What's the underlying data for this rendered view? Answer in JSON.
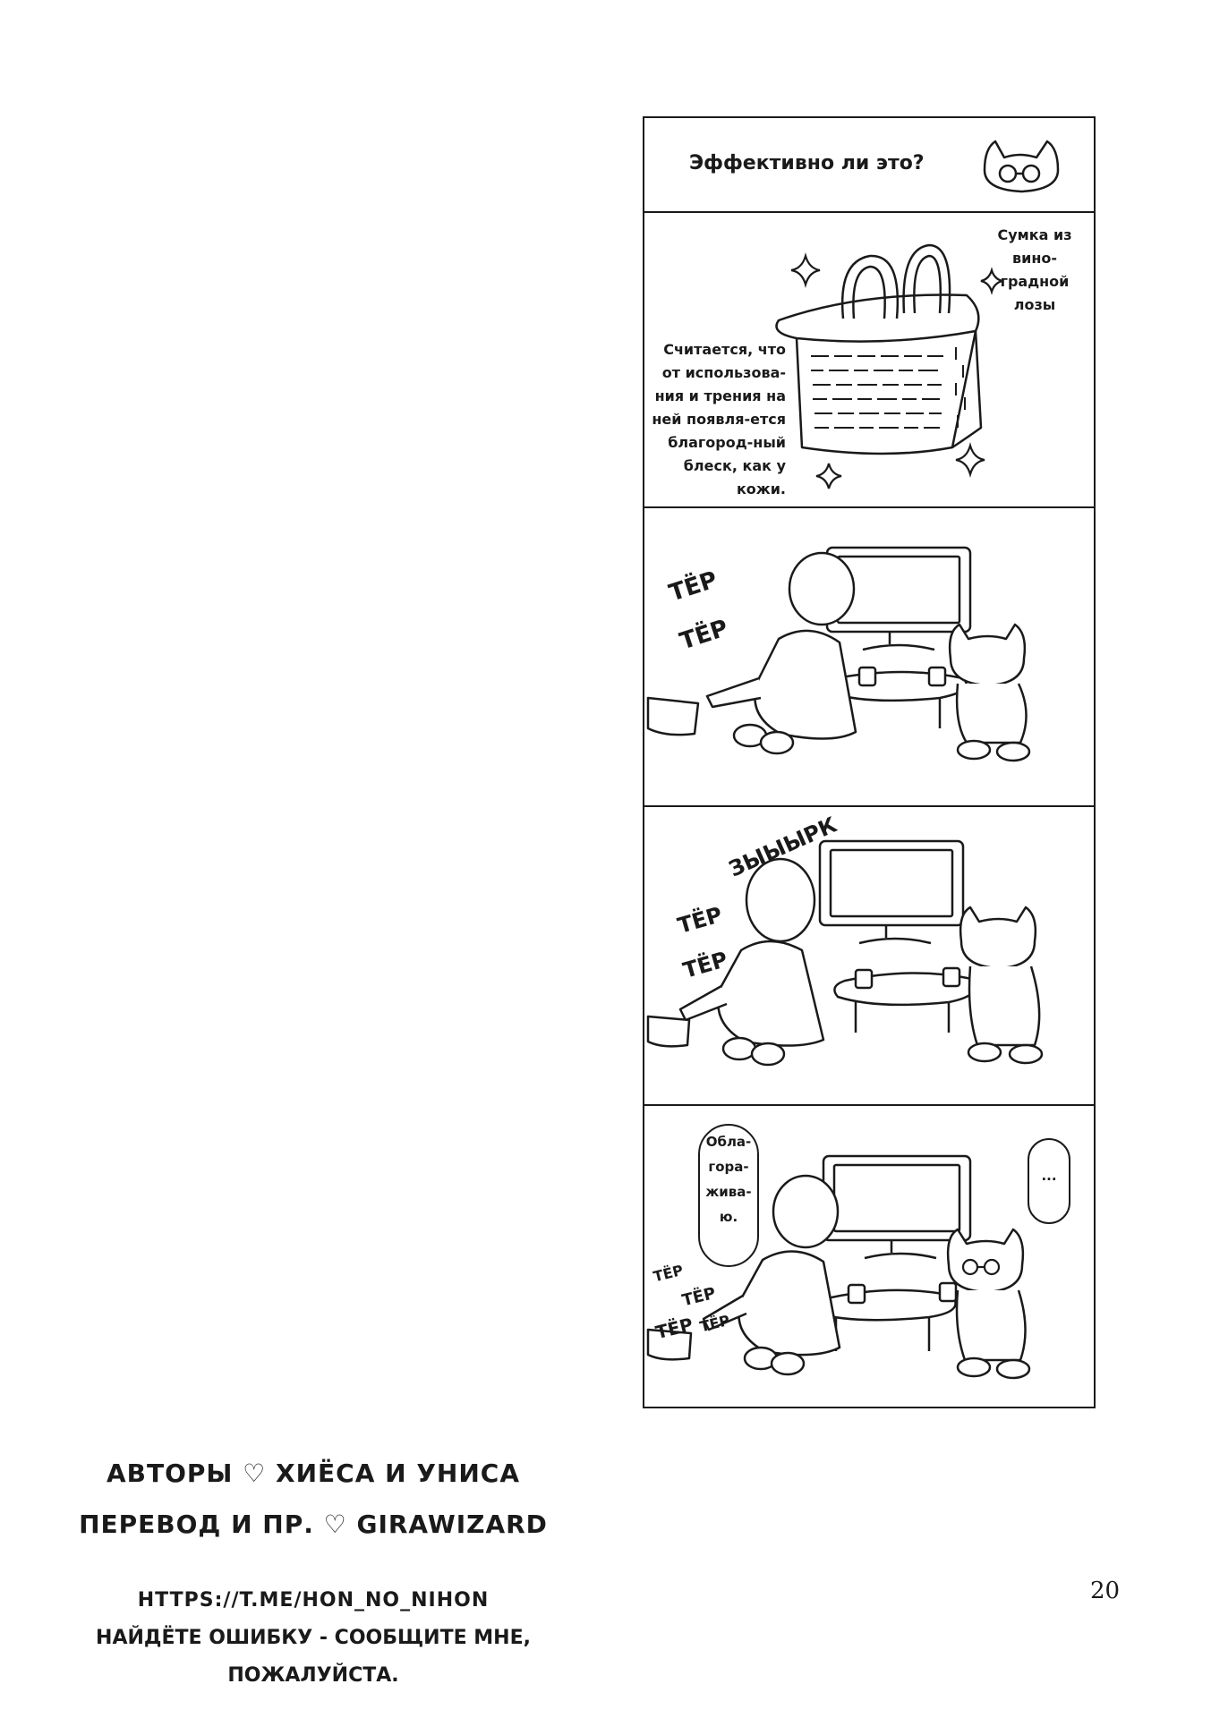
{
  "panel1": {
    "title": "Эффективно ли это?"
  },
  "panel2": {
    "bag_label": "Сумка из вино-градной лозы",
    "bag_description": "Считается, что от использова-ния и трения на ней появля-ется благород-ный блеск, как у кожи."
  },
  "panel3": {
    "sfx1": "ТЁР",
    "sfx2": "ТЁР"
  },
  "panel4": {
    "sfx_big": "ЗЫЫЫРК",
    "sfx1": "ТЁР",
    "sfx2": "ТЁР"
  },
  "panel5": {
    "speech": "Обла-гора-жива-ю.",
    "reply": "...",
    "sfx1": "ТЁР",
    "sfx2": "ТЁР",
    "sfx3": "ТЁР",
    "sfx4": "ТЁР"
  },
  "credits": {
    "authors": "АВТОРЫ ♡ ХИЁСА И УНИСА",
    "translation": "ПЕРЕВОД И ПР. ♡ GIRAWIZARD",
    "link": "HTTPS://T.ME/HON_NO_NIHON",
    "note_line1": "НАЙДЁТЕ ОШИБКУ - СООБЩИТЕ МНЕ,",
    "note_line2": "ПОЖАЛУЙСТА."
  },
  "page_number": "20"
}
